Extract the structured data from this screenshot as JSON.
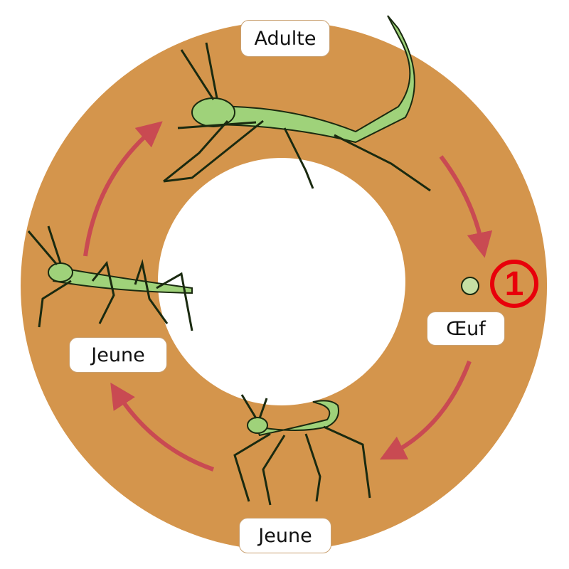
{
  "stages": {
    "adult": "Adulte",
    "egg": "Œuf",
    "young_bottom": "Jeune",
    "young_left": "Jeune"
  },
  "badge": "1",
  "colors": {
    "ring": "#d4954c",
    "arrow": "#c94a52",
    "insect": "#9fd27a",
    "egg": "#c6e0a4",
    "badge": "#e8000a"
  }
}
